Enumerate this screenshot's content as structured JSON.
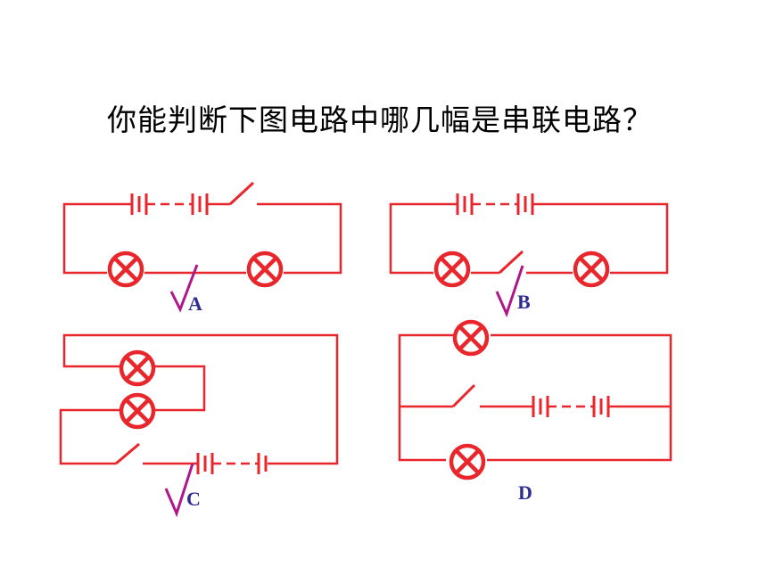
{
  "question": "你能判断下图电路中哪几幅是串联电路？",
  "colors": {
    "wire": "#e8262b",
    "label": "#2e2d8f",
    "check": "#b0168a",
    "text": "#000000"
  },
  "circuits": [
    {
      "label": "A",
      "checked": true
    },
    {
      "label": "B",
      "checked": true
    },
    {
      "label": "C",
      "checked": true
    },
    {
      "label": "D",
      "checked": false
    }
  ],
  "icons": {
    "check": "check-mark-icon",
    "lamp": "lamp-icon",
    "battery": "battery-icon",
    "switch": "switch-icon"
  }
}
